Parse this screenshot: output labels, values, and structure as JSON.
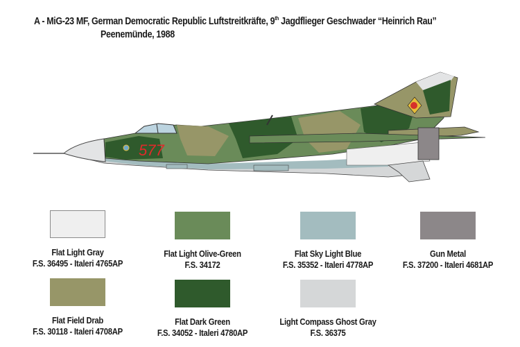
{
  "header": {
    "title_prefix": "A - MiG-23 MF, German Democratic Republic Luftstreitkräfte, 9",
    "title_sup": "th",
    "title_suffix": " Jagdflieger Geschwader “Heinrich Rau”",
    "subtitle": "Peenemünde, 1988"
  },
  "aircraft": {
    "type": "MiG-23 MF side profile",
    "tail_number": "577",
    "tail_number_color": "#e02a2a",
    "insignia": "GDR roundel (hammer and compass)"
  },
  "swatches": [
    {
      "name": "Flat Light Gray",
      "code": "F.S. 36495 - Italeri 4765AP",
      "color": "#efefef",
      "outlined": true
    },
    {
      "name": "Flat Light Olive-Green",
      "code": "F.S. 34172",
      "color": "#6a8b59",
      "outlined": false
    },
    {
      "name": "Flat Sky Light Blue",
      "code": "F.S. 35352 - Italeri 4778AP",
      "color": "#a3bcbf",
      "outlined": false
    },
    {
      "name": "Gun Metal",
      "code": "F.S. 37200 - Italeri 4681AP",
      "color": "#8c8789",
      "outlined": false
    },
    {
      "name": "Flat Field Drab",
      "code": "F.S. 30118 - Italeri 4708AP",
      "color": "#979668",
      "outlined": false
    },
    {
      "name": "Flat Dark Green",
      "code": "F.S. 34052 - Italeri 4780AP",
      "color": "#2f5a2c",
      "outlined": false
    },
    {
      "name": "Light Compass Ghost Gray",
      "code": "F.S. 36375",
      "color": "#d5d7d8",
      "outlined": false
    }
  ]
}
